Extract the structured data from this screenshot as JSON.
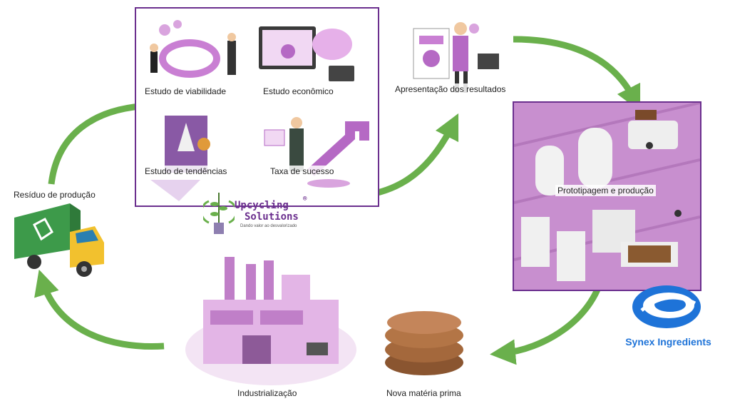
{
  "stages": {
    "residuo": "Resíduo de produção",
    "viabilidade": "Estudo de viabilidade",
    "economico": "Estudo econômico",
    "tendencias": "Estudo de tendências",
    "sucesso": "Taxa de sucesso",
    "apresentacao": "Apresentação dos resultados",
    "prototipagem": "Prototipagem e produção",
    "materia": "Nova matéria prima",
    "industrializacao": "Industrialização"
  },
  "logos": {
    "upcycling_line1": "Upcycling",
    "upcycling_line2": "Solutions",
    "upcycling_registered": "®",
    "upcycling_tagline": "Dando valor ao desvalorizado",
    "synex": "Synex Ingredients"
  },
  "colors": {
    "arrow": "#6ab04c",
    "panel_border": "#6b2f8e",
    "factory": "#e3b5e6",
    "synex": "#1e73d8"
  }
}
